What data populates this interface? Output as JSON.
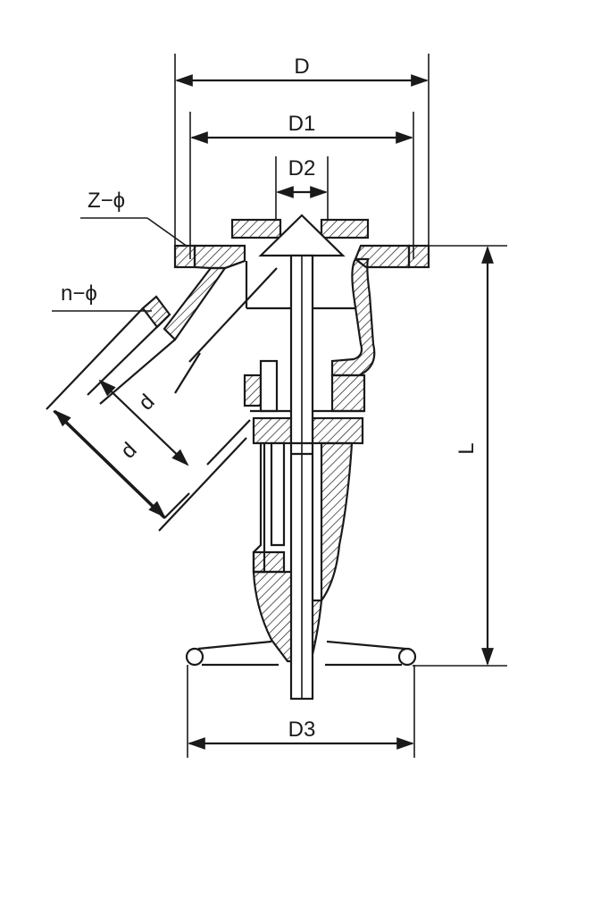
{
  "diagram": {
    "labels": {
      "D": "D",
      "D1": "D1",
      "D2": "D2",
      "D3": "D3",
      "L": "L",
      "d_inner": "d",
      "d_outer": "d",
      "z_phi": "Z−ϕ",
      "n_phi": "n−ϕ"
    },
    "line_color": "#1a1a1a"
  }
}
